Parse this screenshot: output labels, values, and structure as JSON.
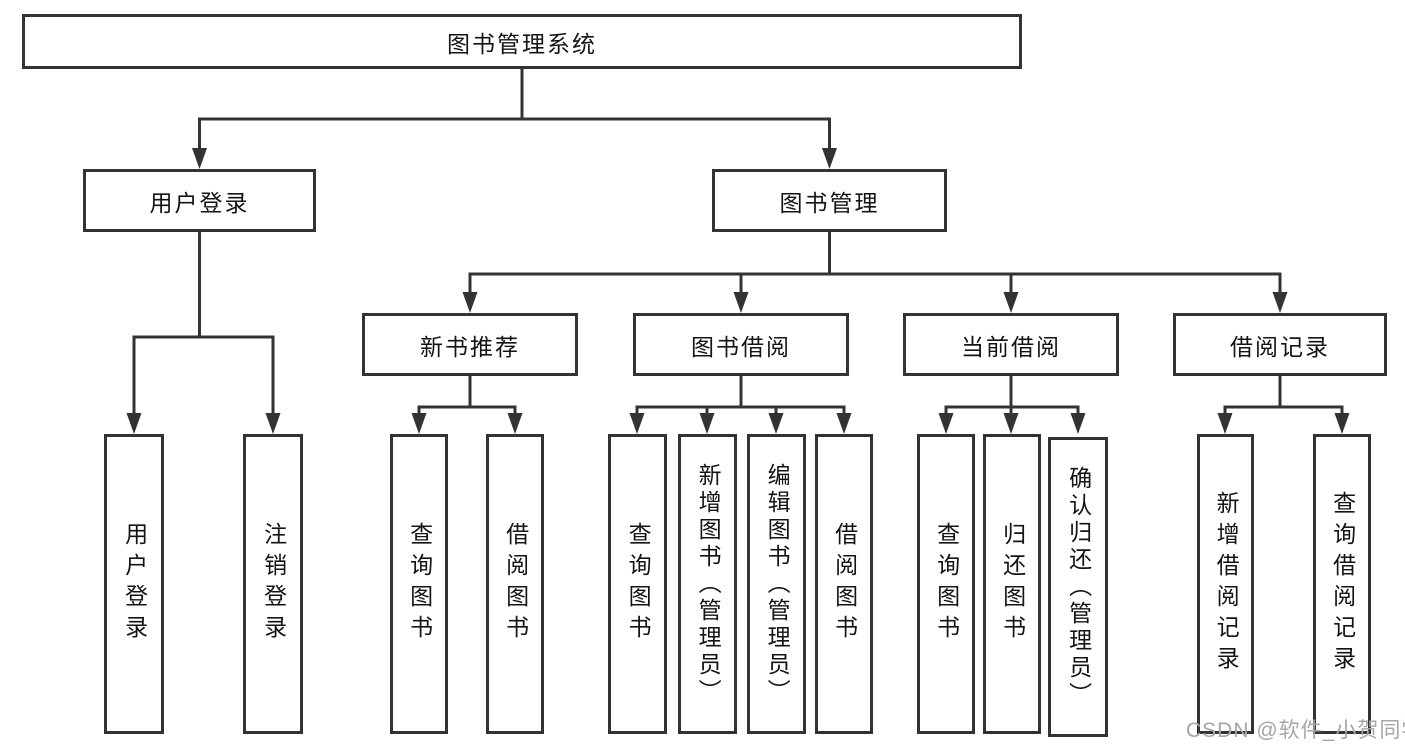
{
  "tree": {
    "label": "图书管理系统",
    "children": [
      {
        "label": "用户登录",
        "children": [
          {
            "label": "用户登录"
          },
          {
            "label": "注销登录"
          }
        ]
      },
      {
        "label": "图书管理",
        "children": [
          {
            "label": "新书推荐",
            "children": [
              {
                "label": "查询图书"
              },
              {
                "label": "借阅图书"
              }
            ]
          },
          {
            "label": "图书借阅",
            "children": [
              {
                "label": "查询图书"
              },
              {
                "label": "新增图书（管理员）"
              },
              {
                "label": "编辑图书（管理员）"
              },
              {
                "label": "借阅图书"
              }
            ]
          },
          {
            "label": "当前借阅",
            "children": [
              {
                "label": "查询图书"
              },
              {
                "label": "归还图书"
              },
              {
                "label": "确认归还（管理员）"
              }
            ]
          },
          {
            "label": "借阅记录",
            "children": [
              {
                "label": "新增借阅记录"
              },
              {
                "label": "查询借阅记录"
              }
            ]
          }
        ]
      }
    ]
  },
  "watermark": {
    "text": "CSDN @软件_小贺同学"
  },
  "colors": {
    "line": "#333333",
    "border": "#333333",
    "text": "#141414",
    "background": "#ffffff",
    "watermark": "#a6a6a6"
  }
}
